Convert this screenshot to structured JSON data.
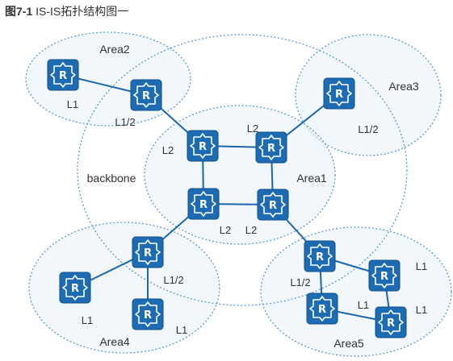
{
  "figure": {
    "number": "图7-1",
    "title": "IS-IS拓扑结构图一"
  },
  "colors": {
    "router_fill": "#1c6bb3",
    "router_stroke": "#0f4f8a",
    "link": "#1b66ad",
    "area_border": "#5b9ad2",
    "area_fill": "#e8f1fa"
  },
  "icon": {
    "router_symbol": "R"
  },
  "areas": [
    {
      "id": "area2",
      "label": "Area2"
    },
    {
      "id": "area3",
      "label": "Area3"
    },
    {
      "id": "area4",
      "label": "Area4"
    },
    {
      "id": "area5",
      "label": "Area5"
    },
    {
      "id": "backbone",
      "label": "backbone"
    },
    {
      "id": "area1",
      "label": "Area1"
    }
  ],
  "routers": [
    {
      "id": "a2-l1",
      "role": "L1"
    },
    {
      "id": "a2-l12",
      "role": "L1/2"
    },
    {
      "id": "a3-l12",
      "role": "L1/2"
    },
    {
      "id": "a1-tl",
      "role": "L2"
    },
    {
      "id": "a1-tr",
      "role": "L2"
    },
    {
      "id": "a1-bl",
      "role": "L2"
    },
    {
      "id": "a1-br",
      "role": "L2"
    },
    {
      "id": "a4-l12",
      "role": "L1/2"
    },
    {
      "id": "a4-l1a",
      "role": "L1"
    },
    {
      "id": "a4-l1b",
      "role": "L1"
    },
    {
      "id": "a5-l12",
      "role": "L1/2"
    },
    {
      "id": "a5-l1a",
      "role": "L1"
    },
    {
      "id": "a5-l1b",
      "role": "L1"
    },
    {
      "id": "a5-l1c",
      "role": "L1"
    }
  ]
}
